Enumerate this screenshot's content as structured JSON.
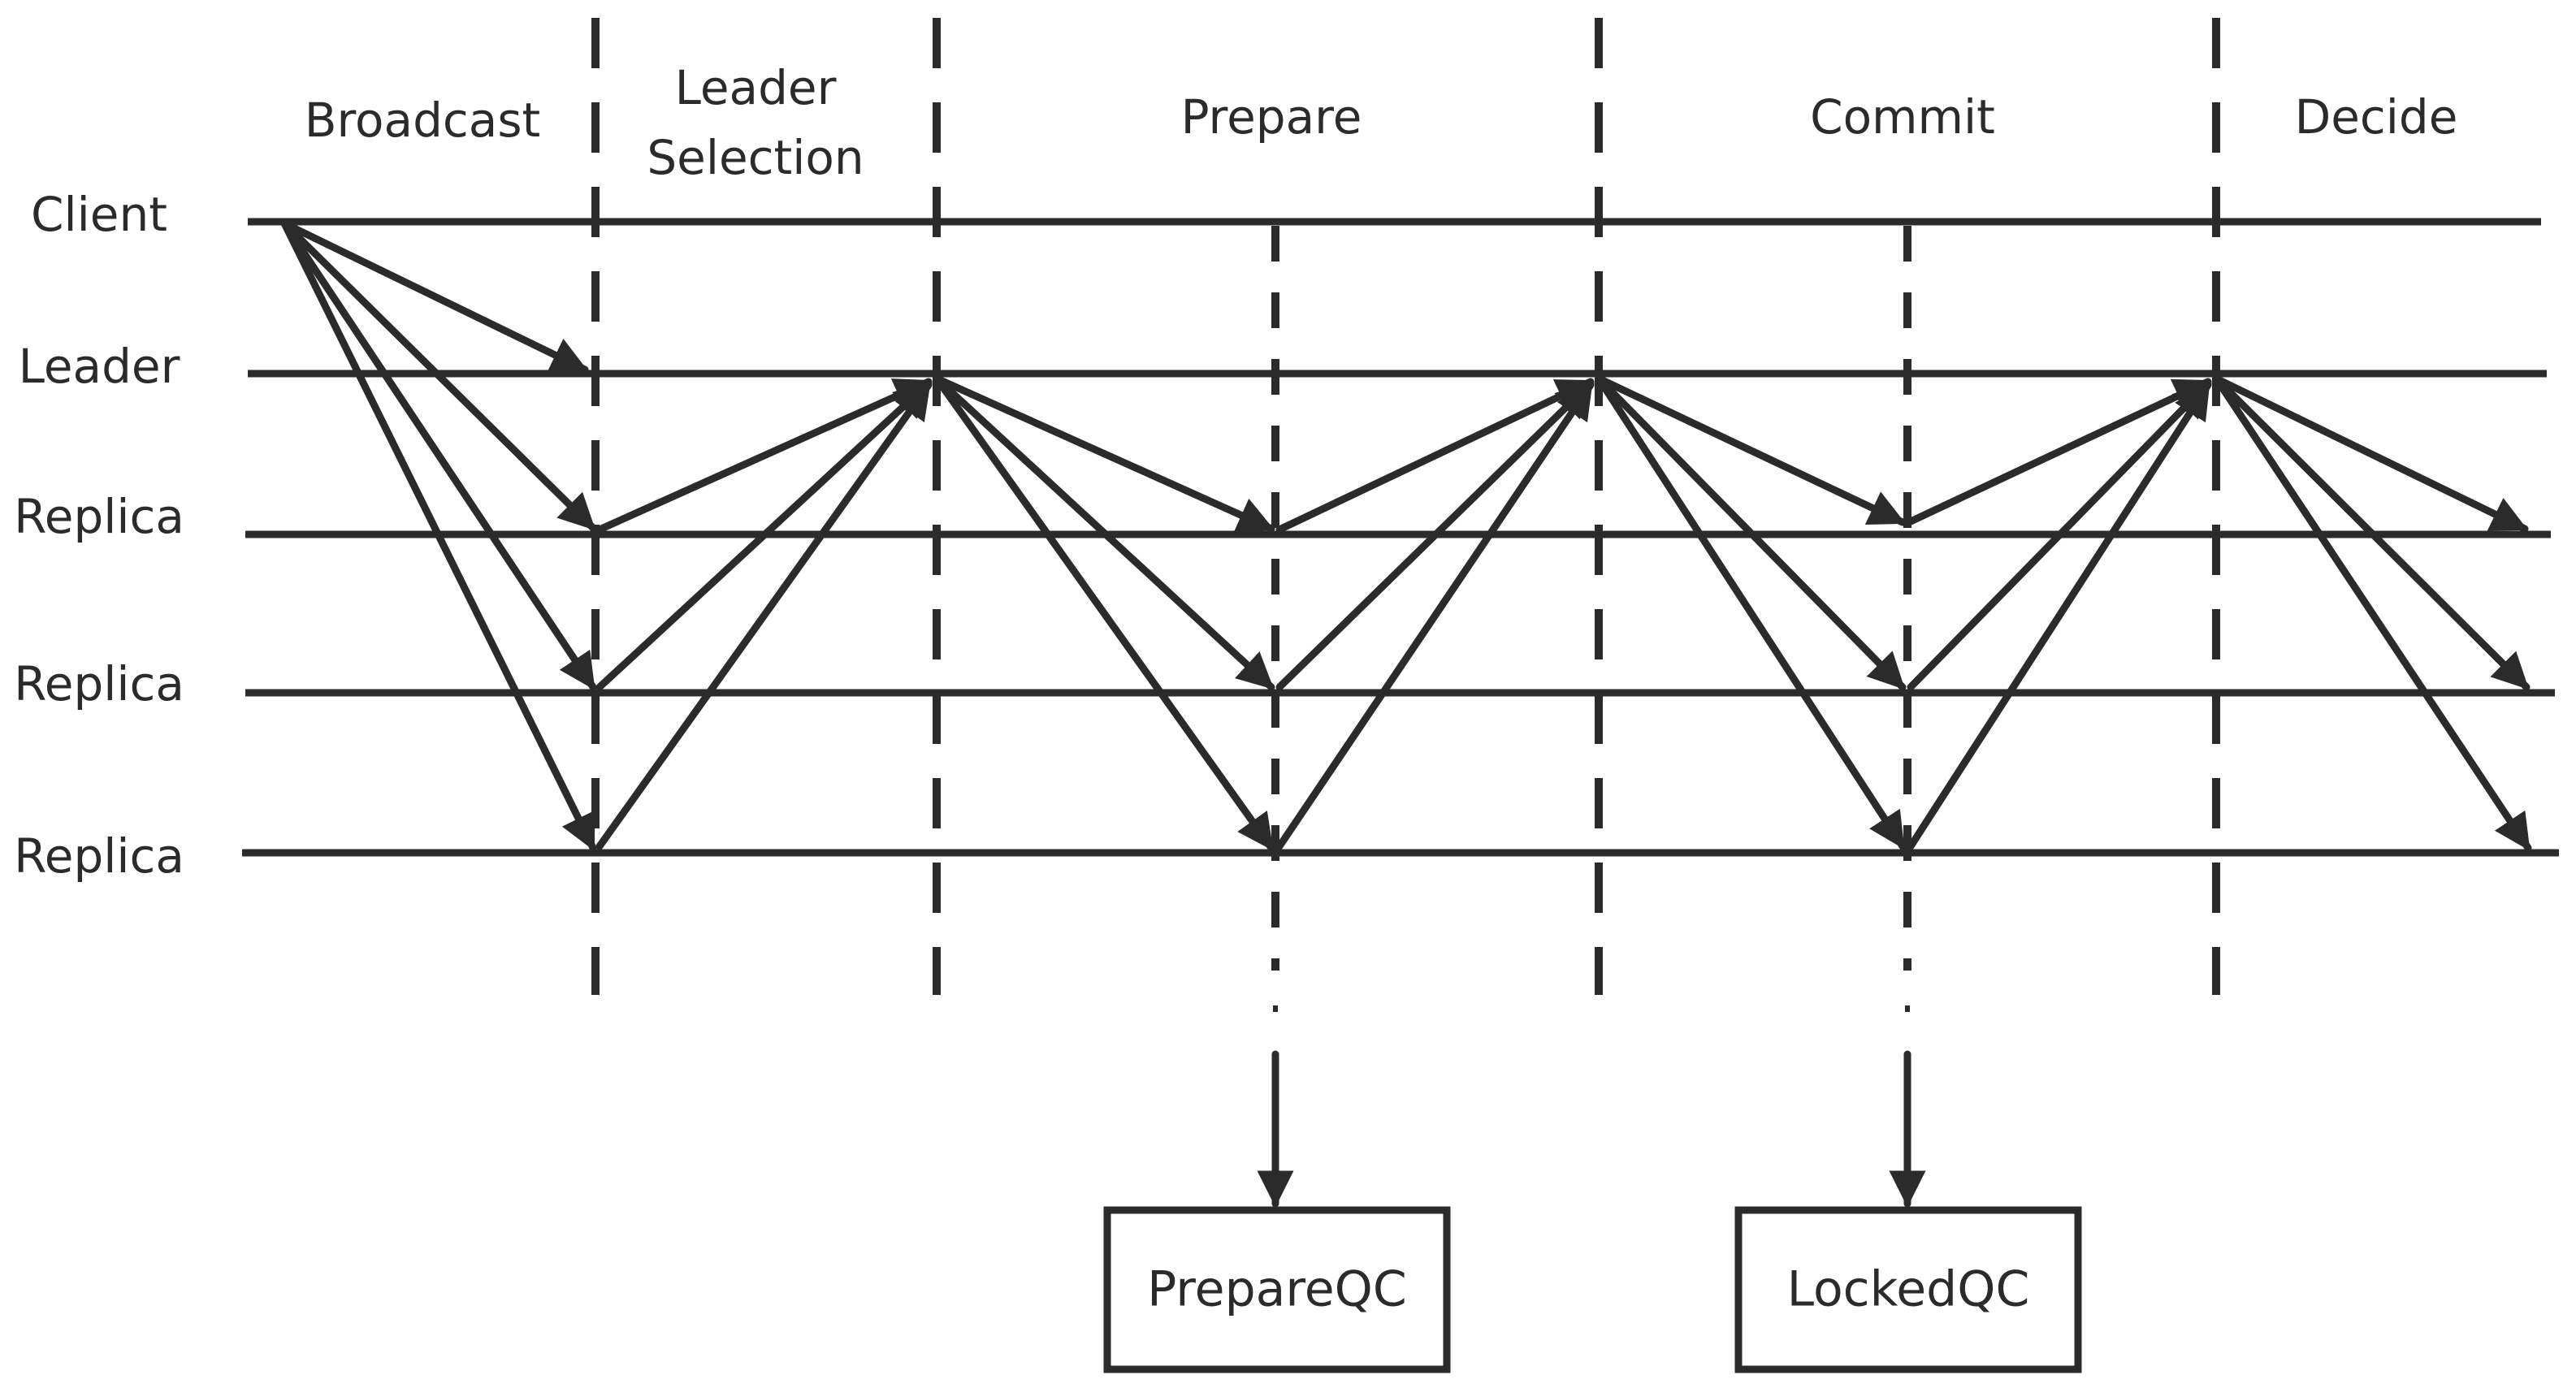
{
  "colors": {
    "ink": "#2b2b2b",
    "background": "#ffffff"
  },
  "phases": [
    {
      "label": "Broadcast"
    },
    {
      "label_lines": [
        "Leader",
        "Selection"
      ]
    },
    {
      "label": "Prepare"
    },
    {
      "label": "Commit"
    },
    {
      "label": "Decide"
    }
  ],
  "rows": {
    "client": "Client",
    "leader": "Leader",
    "replica_1": "Replica",
    "replica_2": "Replica",
    "replica_3": "Replica"
  },
  "boxes": {
    "prepare_qc": "PrepareQC",
    "locked_qc": "LockedQC"
  }
}
